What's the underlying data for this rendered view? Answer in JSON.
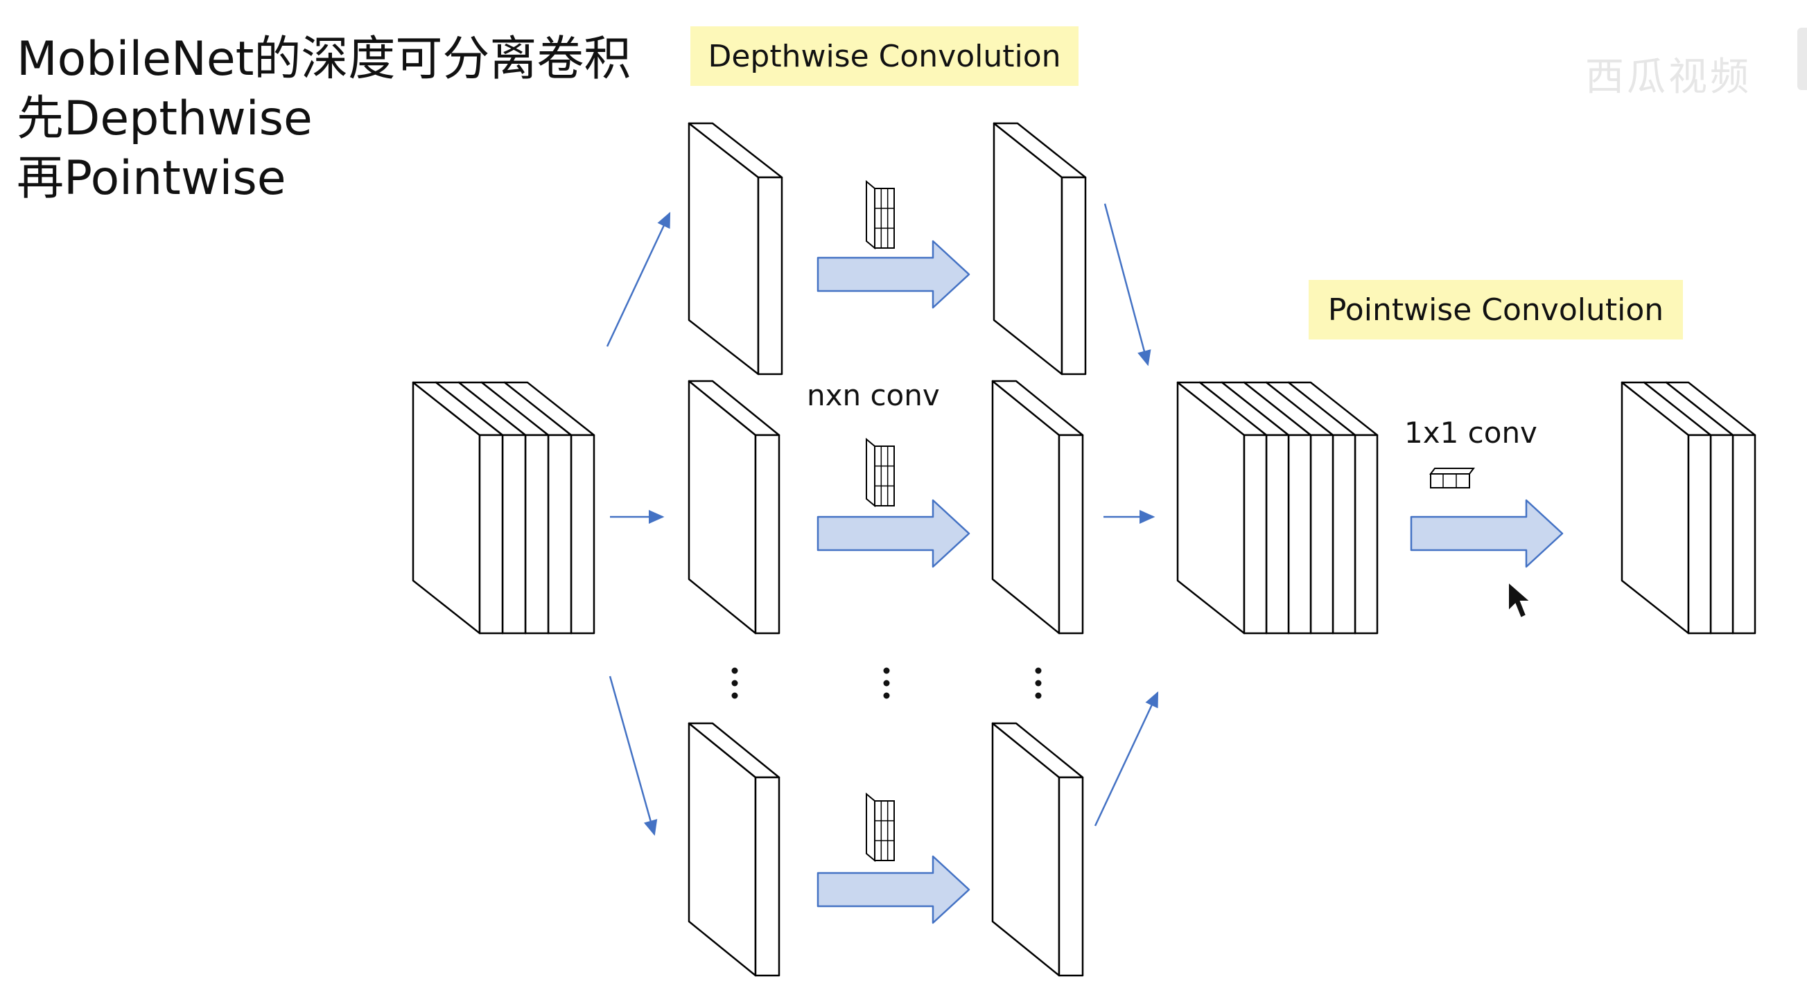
{
  "title": {
    "line1": "MobileNet的深度可分离卷积",
    "line2": "先Depthwise",
    "line3": "再Pointwise"
  },
  "labels": {
    "depthwise": "Depthwise Convolution",
    "pointwise": "Pointwise Convolution",
    "nxn_conv": "nxn conv",
    "one_by_one_conv": "1x1 conv"
  },
  "watermark": "西瓜视频",
  "colors": {
    "arrow_fill": "#c9d7ef",
    "arrow_stroke": "#4472c4",
    "label_bg": "#fdf8b9",
    "outline": "#000000"
  }
}
